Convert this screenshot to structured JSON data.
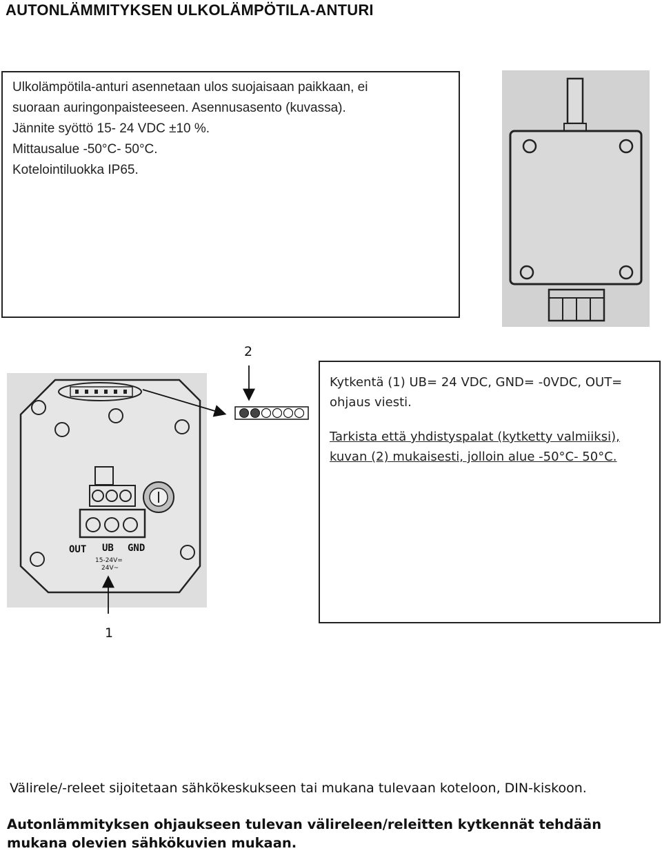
{
  "title": "AUTONLÄMMITYKSEN ULKOLÄMPÖTILA-ANTURI",
  "spec": {
    "lines": [
      "Ulkolämpötila-anturi asennetaan ulos suojaisaan paikkaan, ei",
      "suoraan auringonpaisteeseen.  Asennusasento (kuvassa).",
      "Jännite syöttö 15- 24  VDC ±10 %.",
      "Mittausalue -50°C- 50°C.",
      "Kotelointiluokka IP65."
    ]
  },
  "diagram": {
    "label_2": "2",
    "label_1": "1",
    "terminal_labels": [
      "OUT",
      "UB",
      "GND"
    ],
    "voltage_label_1": "15-24V=",
    "voltage_label_2": "24V~",
    "jumper_states": [
      "closed",
      "closed",
      "open",
      "open",
      "open",
      "open"
    ]
  },
  "callout": {
    "p1": "Kytkentä (1) UB= 24 VDC, GND= -0VDC, OUT= ohjaus viesti.",
    "p2_part1": "Tarkista että yhdistyspalat (kytketty valmiiksi), kuvan (2)",
    "p2_part2": " mukaisesti, jolloin alue -50°C- 50°C."
  },
  "footer": {
    "note": "Välirele/-releet sijoitetaan sähkökeskukseen tai mukana tulevaan koteloon, DIN-kiskoon.",
    "bold": "Autonlämmityksen ohjaukseen tulevan välireleen/releitten kytkennät tehdään mukana olevien sähkökuvien mukaan."
  }
}
